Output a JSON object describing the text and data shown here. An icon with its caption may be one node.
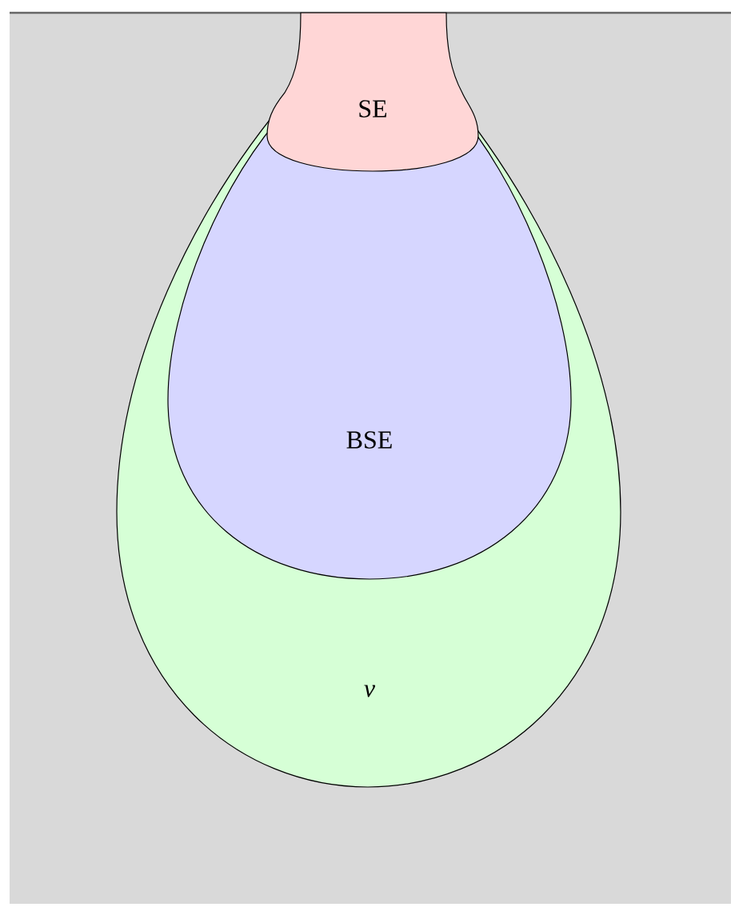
{
  "diagram": {
    "nodes": [
      {
        "text": [
          "SE"
        ]
      },
      {
        "text": [
          "BSE"
        ],
        "in": 2
      },
      {
        "text": [
          "ν"
        ]
      }
    ]
  }
}
